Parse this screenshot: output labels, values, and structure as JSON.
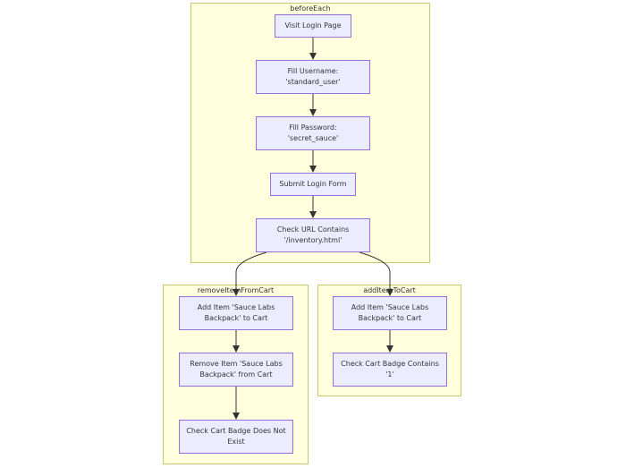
{
  "clusters": {
    "before_each": "beforeEach",
    "remove_item": "removeItemFromCart",
    "add_item": "addItemToCart"
  },
  "nodes": {
    "visit_login": "Visit Login Page",
    "fill_username": "Fill Username:\n'standard_user'",
    "fill_password": "Fill Password:\n'secret_sauce'",
    "submit_login": "Submit Login Form",
    "check_url": "Check URL Contains\n'/inventory.html'",
    "remove_add_item": "Add Item 'Sauce Labs\nBackpack' to Cart",
    "remove_item": "Remove Item 'Sauce Labs\nBackpack' from Cart",
    "check_badge_not_exist": "Check Cart Badge Does Not\nExist",
    "add_add_item": "Add Item 'Sauce Labs\nBackpack' to Cart",
    "check_badge_contains": "Check Cart Badge Contains\n'1'"
  },
  "colors": {
    "cluster_fill": "#ffffde",
    "cluster_border": "#c8c86a",
    "node_fill": "#ececff",
    "node_border": "#9370db",
    "edge": "#333333",
    "text": "#333333"
  }
}
